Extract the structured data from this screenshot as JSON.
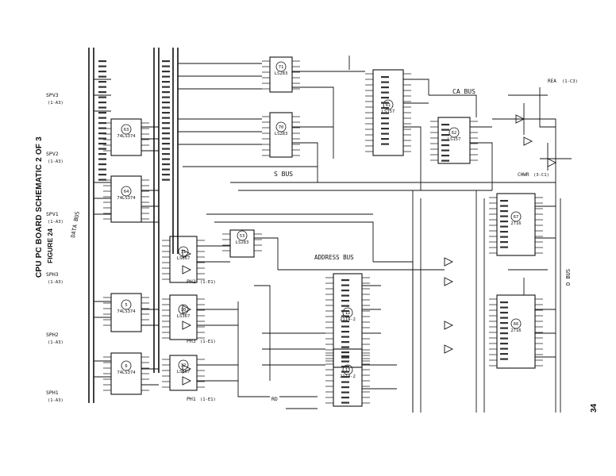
{
  "title": "CPU PC BOARD SCHEMATIC 2 OF 3",
  "figure": "FIGURE 24",
  "page_number": "34",
  "signals_left": [
    {
      "name": "SPV3",
      "ref": "(1-A3)"
    },
    {
      "name": "SPV2",
      "ref": "(1-A3)"
    },
    {
      "name": "SPV1",
      "ref": "(1-A3)"
    },
    {
      "name": "SPH3",
      "ref": "(1-A3)"
    },
    {
      "name": "SPH2",
      "ref": "(1-A3)"
    },
    {
      "name": "SPH1",
      "ref": "(1-A3)"
    }
  ],
  "bus_labels": {
    "s_bus": "S BUS",
    "ca_bus": "CA BUS",
    "address_bus": "ADDRESS BUS",
    "data_bus": "DATA BUS",
    "d_bus": "D BUS"
  },
  "chips": [
    {
      "label": "74LS374",
      "ref": "63"
    },
    {
      "label": "74LS374",
      "ref": "64"
    },
    {
      "label": "74LS374",
      "ref": "5"
    },
    {
      "label": "74LS374",
      "ref": "6"
    },
    {
      "label": "LS157",
      "ref": "61"
    },
    {
      "label": "LS157",
      "ref": "62"
    },
    {
      "label": "LS283",
      "ref": "71"
    },
    {
      "label": "LS283",
      "ref": "70"
    },
    {
      "label": "LS283",
      "ref": "53"
    },
    {
      "label": "2114-2",
      "ref": "12"
    },
    {
      "label": "2114-2",
      "ref": "13"
    },
    {
      "label": "2716",
      "ref": "67"
    },
    {
      "label": "2716",
      "ref": "66"
    },
    {
      "label": "LS367",
      "ref": "31"
    },
    {
      "label": "LS367",
      "ref": "30"
    },
    {
      "label": "LS367",
      "ref": "32"
    }
  ],
  "ports": [
    {
      "name": "PH1",
      "ref": "(1-E1)"
    },
    {
      "name": "PH2",
      "ref": "(1-E1)"
    },
    {
      "name": "PH3",
      "ref": "(1-E1)"
    },
    {
      "name": "RD",
      "ref": ""
    },
    {
      "name": "CHWR",
      "ref": "(3-C1)"
    },
    {
      "name": "REA",
      "ref": "(1-C3)"
    }
  ]
}
